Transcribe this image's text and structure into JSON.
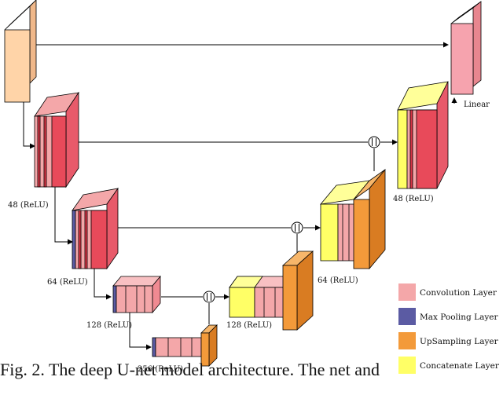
{
  "labels": {
    "linear": "Linear",
    "enc1": "48 (ReLU)",
    "enc2": "64 (ReLU)",
    "enc3": "128 (ReLU)",
    "bottleneck": "256 (ReLU)",
    "dec3": "128 (ReLU)",
    "dec2": "64 (ReLU)",
    "dec1": "48 (ReLU)"
  },
  "legend": {
    "items": [
      {
        "label": "Convolution Layer",
        "color": "#f4a7a9"
      },
      {
        "label": "Max Pooling Layer",
        "color": "#5b5ba3"
      },
      {
        "label": "UpSampling Layer",
        "color": "#f39a3a"
      },
      {
        "label": "Concatenate Layer",
        "color": "#ffff66"
      }
    ]
  },
  "colors": {
    "input": "#ffd4a8",
    "conv_light": "#f4a7a9",
    "conv_dark": "#e84a5a",
    "pool": "#5b5ba3",
    "upsample": "#f39a3a",
    "concat": "#ffff66",
    "output": "#f6a3ae"
  },
  "caption": "Fig. 2.   The deep U-net model architecture.   The net and"
}
